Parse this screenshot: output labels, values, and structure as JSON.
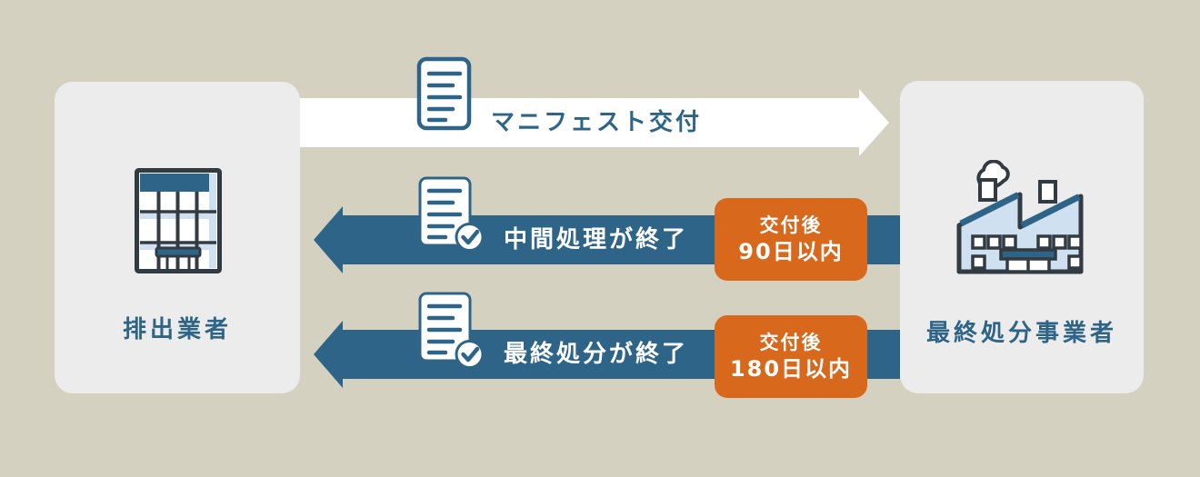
{
  "palette": {
    "background": "#d5d1c0",
    "card": "#ececec",
    "teal": "#2f6489",
    "orange": "#d8691c",
    "dark": "#333b42",
    "light_blue": "#cfe0f0",
    "white": "#ffffff"
  },
  "entities": {
    "emitter": {
      "label": "排出業者",
      "icon": "office-building-icon"
    },
    "final_disposer": {
      "label": "最終処分事業者",
      "icon": "factory-icon"
    }
  },
  "flows": {
    "issue": {
      "label": "マニフェスト交付",
      "direction": "right",
      "icon": "manifest-document-icon"
    },
    "intermediate": {
      "label": "中間処理が終了",
      "direction": "left",
      "icon": "manifest-document-check-icon",
      "badge": {
        "line1": "交付後",
        "line2": "90日以内"
      }
    },
    "final": {
      "label": "最終処分が終了",
      "direction": "left",
      "icon": "manifest-document-check-icon",
      "badge": {
        "line1": "交付後",
        "line2": "180日以内"
      }
    }
  }
}
